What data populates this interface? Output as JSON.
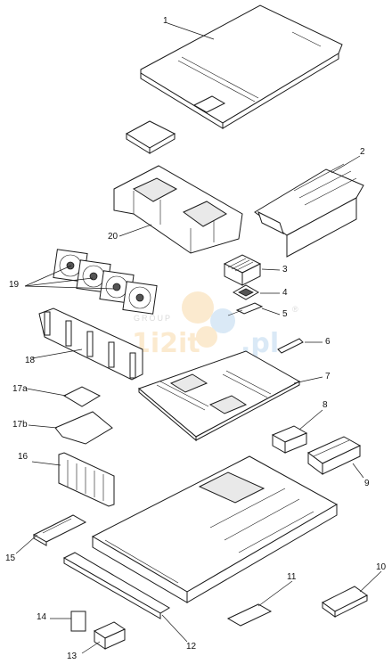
{
  "callouts": {
    "c1": "1",
    "c2": "2",
    "c3": "3",
    "c4": "4",
    "c5": "5",
    "c6": "6",
    "c7": "7",
    "c8": "8",
    "c9": "9",
    "c10": "10",
    "c11": "11",
    "c12": "12",
    "c13": "13",
    "c14": "14",
    "c15": "15",
    "c16": "16",
    "c17a": "17a",
    "c17b": "17b",
    "c18": "18",
    "c19": "19",
    "c20": "20"
  },
  "watermark": {
    "brand": "1i2it",
    "tld": ".pl",
    "group": "GROUP",
    "registered": "®",
    "colors": {
      "blue": "#bcd8f0",
      "orange": "#f9d9a8"
    }
  }
}
